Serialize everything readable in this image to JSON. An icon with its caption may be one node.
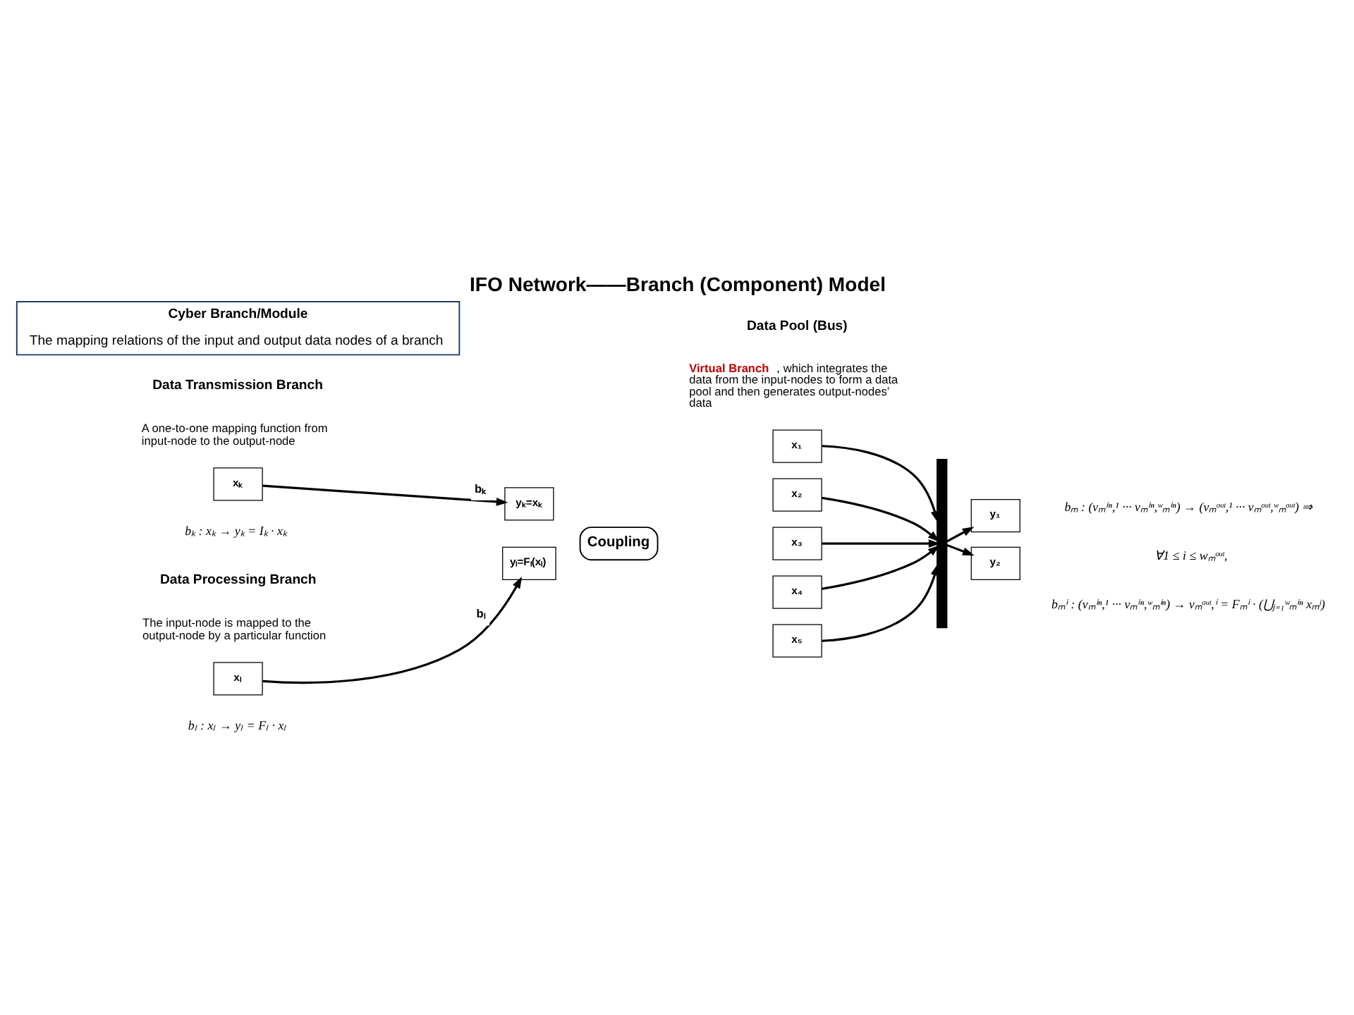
{
  "diagram": {
    "title": "IFO Network——Branch (Component) Model",
    "nodes": [
      {
        "text": [
          "Cyber Branch/Module",
          "The mapping relations of the input and output data nodes of a branch"
        ]
      },
      {
        "text": [
          "xₖ"
        ]
      },
      {
        "text": [
          "yₖ=xₖ"
        ]
      },
      {
        "text": [
          "xₗ"
        ]
      },
      {
        "text": [
          "yₗ=Fₗ(xₗ)"
        ]
      },
      {
        "text": [
          "Coupling"
        ]
      },
      {
        "text": [
          "x₁"
        ]
      },
      {
        "text": [
          "x₂"
        ]
      },
      {
        "text": [
          "x₃"
        ]
      },
      {
        "text": [
          "x₄"
        ]
      },
      {
        "text": [
          "x₅"
        ]
      },
      {
        "text": [],
        "shape": "bar"
      },
      {
        "text": [
          "y₁"
        ]
      },
      {
        "text": [
          "y₂"
        ]
      }
    ],
    "edges": [
      {
        "from": 1,
        "to": 2,
        "arrow": "to",
        "label": "bₖ"
      },
      {
        "from": 3,
        "to": 4,
        "arrow": "to",
        "label": "bₗ"
      },
      {
        "from": 6,
        "to": 11,
        "arrow": "to"
      },
      {
        "from": 7,
        "to": 11,
        "arrow": "to"
      },
      {
        "from": 8,
        "to": 11,
        "arrow": "to"
      },
      {
        "from": 9,
        "to": 11,
        "arrow": "to"
      },
      {
        "from": 10,
        "to": 11,
        "arrow": "to"
      },
      {
        "from": 11,
        "to": 12,
        "arrow": "to"
      },
      {
        "from": 11,
        "to": 13,
        "arrow": "to"
      }
    ],
    "labels": [
      "Data Transmission Branch",
      "A one-to-one mapping function from input-node to the output-node",
      "bₖ : xₖ → yₖ = Iₖ · xₖ",
      "Data Processing Branch",
      "The input-node is mapped to the output-node by a particular function",
      "bₗ : xₗ → yₗ = Fₗ · xₗ",
      "Data Pool (Bus)",
      "**Virtual Branch**，which integrates the data from the input-nodes to form a data pool and then generates output-nodes’ data",
      "bₘ : (vₘⁱⁿ,¹ ··· vₘⁱⁿ,ʷₘⁱⁿ) → (vₘᵒᵘᵗ,¹ ··· vₘᵒᵘᵗ,ʷₘᵒᵘᵗ) ⇒",
      "∀1 ≤ i ≤ wₘᵒᵘᵗ,",
      "bₘⁱ : (vₘⁱⁿ,¹ ··· vₘⁱⁿ,ʷₘⁱⁿ) → vₘᵒᵘᵗ,ⁱ = Fₘⁱ · (⋃ⱼ₌₁ʷₘⁱⁿ xₘʲ)"
    ]
  }
}
